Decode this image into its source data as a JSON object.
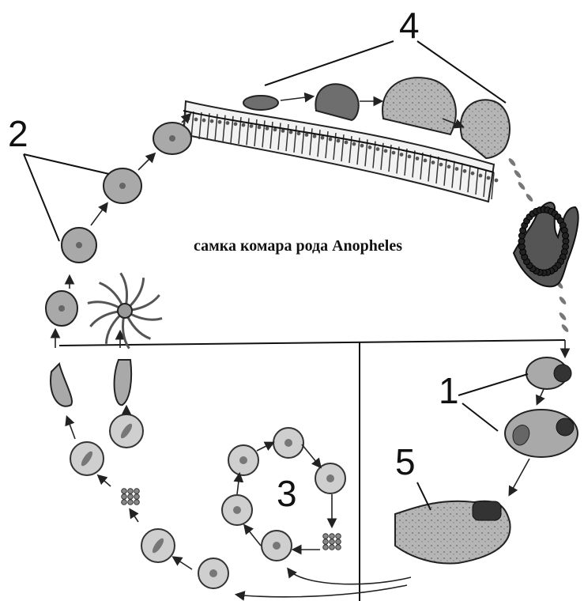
{
  "caption": "самка комара рода Anopheles",
  "labels": {
    "one": "1",
    "two": "2",
    "three": "3",
    "four": "4",
    "five": "5"
  },
  "colors": {
    "cell_fill": "#a9a9a9",
    "outline": "#222222",
    "background": "#ffffff"
  }
}
